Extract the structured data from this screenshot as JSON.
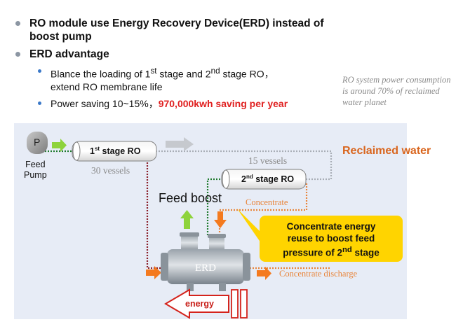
{
  "bullets": {
    "b1": "RO module use Energy Recovery Device(ERD) instead of boost pump",
    "b2": "ERD advantage",
    "s1_a": "Blance the loading of 1",
    "s1_sup1": "st",
    "s1_b": " stage and 2",
    "s1_sup2": "nd",
    "s1_c": " stage RO，",
    "s1_line2": "extend RO membrane life",
    "s2_a": "Power saving 10~15%，",
    "s2_red": "970,000kwh saving per year"
  },
  "note": "RO system power consumption is around 70% of  reclaimed water planet",
  "diagram": {
    "pump_letter": "P",
    "feed_pump_line1": "Feed",
    "feed_pump_line2": "Pump",
    "stage1_num": "1",
    "stage1_sup": "st",
    "stage1_rest": " stage RO",
    "stage1_vessels": "30 vessels",
    "stage2_num": "2",
    "stage2_sup": "nd",
    "stage2_rest": " stage RO",
    "stage2_vessels": "15 vessels",
    "reclaimed": "Reclaimed water",
    "feed_boost": "Feed boost",
    "concentrate": "Concentrate",
    "concentrate_discharge": "Concentrate discharge",
    "erd": "ERD",
    "energy": "energy",
    "callout_line1": "Concentrate energy",
    "callout_line2": "reuse to boost feed",
    "callout_line3": "pressure of 2",
    "callout_sup": "nd",
    "callout_line3_end": " stage"
  },
  "colors": {
    "panel": "#e7ecf6",
    "green_line": "#1f7a2e",
    "orange_line": "#e8843a",
    "maroon_line": "#8a1f2a",
    "gray_line": "#a9aeb6",
    "callout": "#ffd400",
    "reclaimed_text": "#d9651d",
    "highlight_red": "#e02020"
  }
}
